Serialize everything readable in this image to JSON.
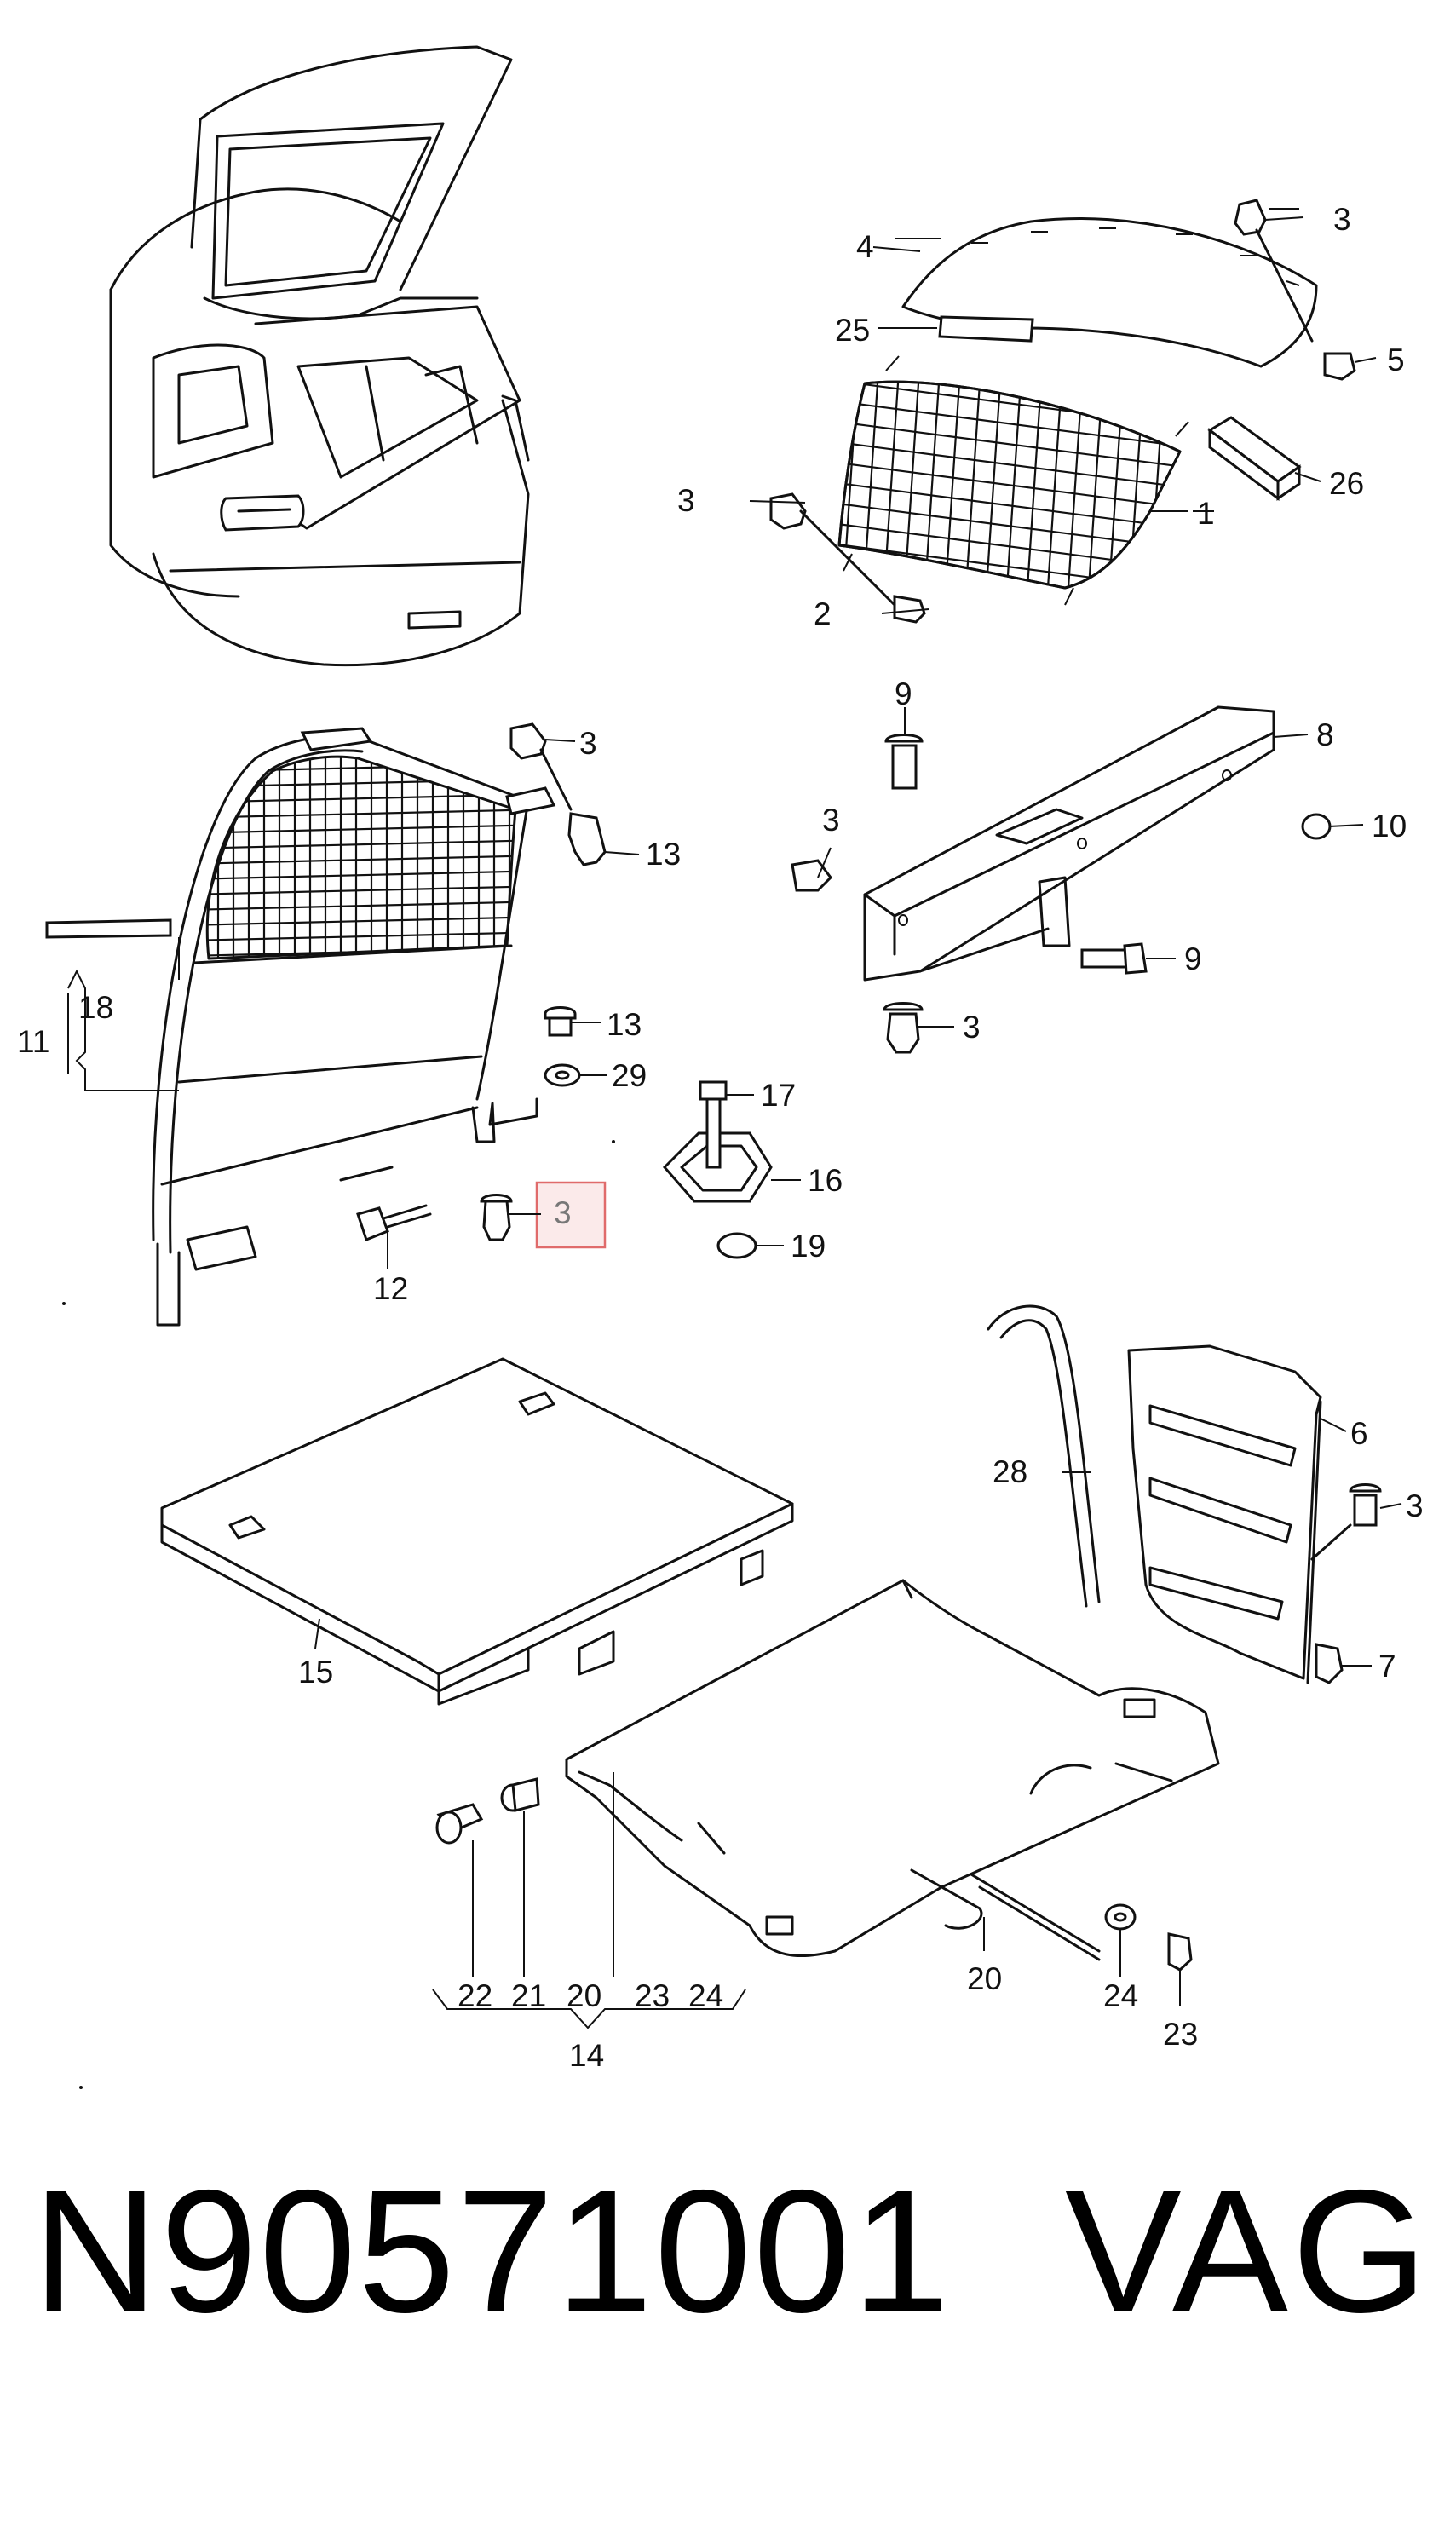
{
  "diagram": {
    "callouts": {
      "c1": "1",
      "c2": "2",
      "c3a": "3",
      "c3b": "3",
      "c4": "4",
      "c5": "5",
      "c25": "25",
      "c26": "26",
      "c3c": "3",
      "c13a": "13",
      "c9a": "9",
      "c3d": "3",
      "c8": "8",
      "c10": "10",
      "c9b": "9",
      "c3e": "3",
      "c11": "11",
      "c18": "18",
      "c13b": "13",
      "c29": "29",
      "c17": "17",
      "c16": "16",
      "c3hl": "3",
      "c12": "12",
      "c19": "19",
      "c28": "28",
      "c6": "6",
      "c3f": "3",
      "c7": "7",
      "c15": "15",
      "c22": "22",
      "c21": "21",
      "c20a": "20",
      "c23a": "23",
      "c24a": "24",
      "c14": "14",
      "c20b": "20",
      "c24b": "24",
      "c23b": "23"
    },
    "highlighted_callout": "3"
  },
  "footer": {
    "part_number": "N90571001",
    "brand": "VAG"
  }
}
